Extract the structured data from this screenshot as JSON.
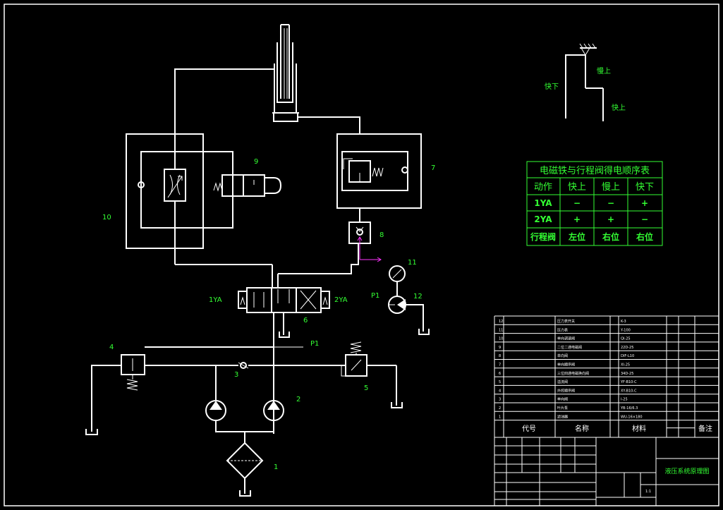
{
  "callouts": {
    "n1": "1",
    "n2": "2",
    "n3": "3",
    "n4": "4",
    "n5": "5",
    "n6": "6",
    "n7": "7",
    "n8": "8",
    "n9": "9",
    "n10": "10",
    "n11": "11",
    "n12": "12",
    "ya1": "1YA",
    "ya2": "2YA",
    "p1a": "P1",
    "p1b": "P1"
  },
  "cycle": {
    "fast_down": "快下",
    "slow_up": "慢上",
    "fast_up": "快上"
  },
  "sequence_table": {
    "title": "电磁铁与行程阀得电顺序表",
    "header": [
      "动作",
      "快上",
      "慢上",
      "快下"
    ],
    "rows": [
      [
        "1YA",
        "−",
        "−",
        "+"
      ],
      [
        "2YA",
        "+",
        "+",
        "−"
      ],
      [
        "行程阀",
        "左位",
        "右位",
        "右位"
      ]
    ]
  },
  "parts_list": {
    "header": {
      "code": "代号",
      "name": "名称",
      "material": "材料",
      "remark": "备注"
    },
    "rows": [
      {
        "no": "12",
        "name": "压力表开关",
        "spec": "K-3"
      },
      {
        "no": "11",
        "name": "压力表",
        "spec": "Y-100"
      },
      {
        "no": "10",
        "name": "单向调速阀",
        "spec": "QI-25"
      },
      {
        "no": "9",
        "name": "二位二通电磁阀",
        "spec": "22D-25"
      },
      {
        "no": "8",
        "name": "单向阀",
        "spec": "DIF-L10"
      },
      {
        "no": "7",
        "name": "单向顺序阀",
        "spec": "XI-25"
      },
      {
        "no": "6",
        "name": "三位四通电磁换向阀",
        "spec": "34D-25"
      },
      {
        "no": "5",
        "name": "溢流阀",
        "spec": "YF-B10-C"
      },
      {
        "no": "4",
        "name": "外控顺序阀",
        "spec": "XY-B10-C"
      },
      {
        "no": "3",
        "name": "单向阀",
        "spec": "I-25"
      },
      {
        "no": "2",
        "name": "叶片泵",
        "spec": "YB-16/6.3"
      },
      {
        "no": "1",
        "name": "滤油器",
        "spec": "WU-16×180"
      }
    ]
  },
  "title_block": {
    "drawing_title": "液压系统原理图",
    "scale": "1:1"
  }
}
